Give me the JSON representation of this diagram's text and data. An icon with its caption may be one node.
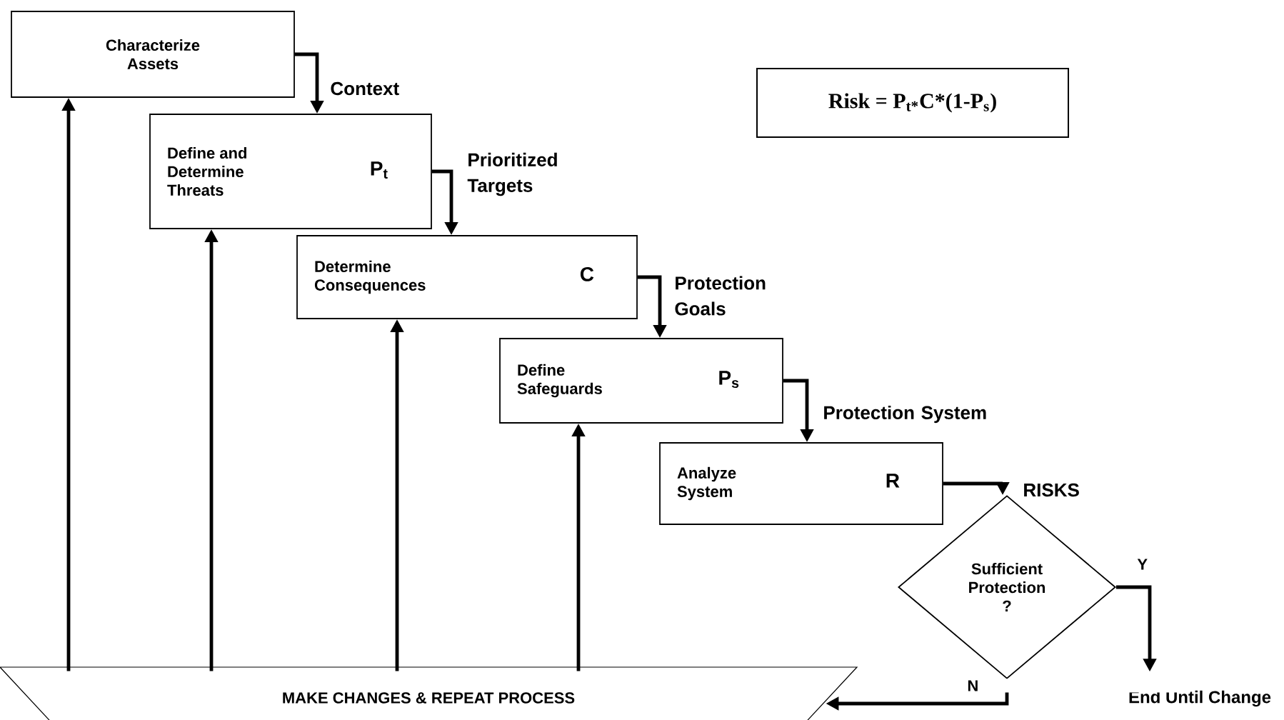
{
  "diagram": {
    "nodes": [
      {
        "text": [
          "Characterize Assets"
        ]
      },
      {
        "text": [
          "Define and Determine Threats",
          "P$_{t}$"
        ]
      },
      {
        "text": [
          "Determine Consequences",
          "C"
        ]
      },
      {
        "text": [
          "Define Safeguards",
          "P$_{s}$"
        ]
      },
      {
        "text": [
          "Analyze System",
          "R"
        ]
      },
      {
        "text": [
          "Sufficient Protection ?"
        ]
      },
      {
        "text": [
          "End Until Change"
        ]
      },
      {
        "text": [
          "MAKE CHANGES & REPEAT PROCESS"
        ]
      },
      {
        "text": [
          "Risk = P$_{t*}$C*(1-P$_{s}$)"
        ]
      }
    ],
    "edges": [
      {
        "from": 0,
        "to": 1,
        "arrow": "to",
        "label": "Context"
      },
      {
        "from": 1,
        "to": 2,
        "arrow": "to",
        "label": "Prioritized Targets"
      },
      {
        "from": 2,
        "to": 3,
        "arrow": "to",
        "label": "Protection Goals"
      },
      {
        "from": 3,
        "to": 4,
        "arrow": "to",
        "label": "Protection System"
      },
      {
        "from": 4,
        "to": 5,
        "arrow": "to",
        "label": "RISKS"
      },
      {
        "from": 5,
        "to": 6,
        "arrow": "to",
        "label": "Y"
      },
      {
        "from": 5,
        "to": 7,
        "arrow": "to",
        "label": "N"
      },
      {
        "from": 7,
        "to": 0,
        "arrow": "to"
      },
      {
        "from": 7,
        "to": 1,
        "arrow": "to"
      },
      {
        "from": 7,
        "to": 2,
        "arrow": "to"
      },
      {
        "from": 7,
        "to": 3,
        "arrow": "to"
      }
    ]
  }
}
